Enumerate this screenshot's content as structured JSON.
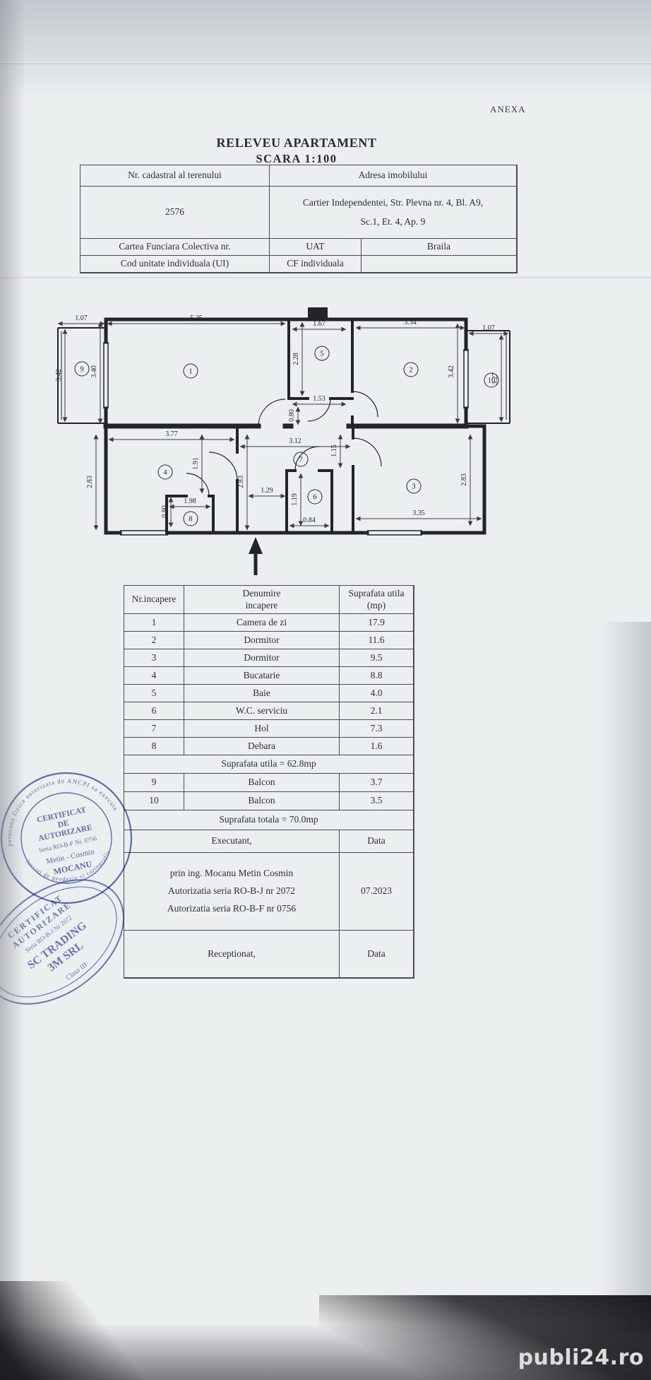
{
  "photo": {
    "anexa": "ANEXA",
    "watermark": "publi24.ro"
  },
  "title": {
    "line1": "RELEVEU APARTAMENT",
    "line2": "SCARA 1:100"
  },
  "header_table": {
    "nr_cadastral_label": "Nr. cadastral al terenului",
    "adresa_label": "Adresa imobilului",
    "nr_cadastral_value": "2576",
    "adresa_line1": "Cartier Independentei, Str. Plevna nr. 4, Bl. A9,",
    "adresa_line2": "Sc.1, Et. 4, Ap. 9",
    "carte_funciara_label": "Cartea Funciara Colectiva nr.",
    "uat_label": "UAT",
    "uat_value": "Braila",
    "cod_unitate_label": "Cod unitate individuala (UI)",
    "cf_individuala_label": "CF individuala"
  },
  "floor_plan": {
    "rooms": {
      "r1": "1",
      "r2": "2",
      "r3": "3",
      "r4": "4",
      "r5": "5",
      "r6": "6",
      "r7": "7",
      "r8": "8",
      "r9": "9",
      "r10": "10"
    },
    "dims": {
      "balcony9_w": "1.07",
      "room1_w": "5.25",
      "room5_w": "1.67",
      "room2_w": "3.34",
      "balcony10_w": "1.07",
      "balcony9_h": "3.42",
      "room1_h": "3.40",
      "room5_h": "2.28",
      "room2_h": "3.42",
      "balcony10_h": "3.27",
      "corridor_w": "1.53",
      "corridor_h": "0.80",
      "room4_w": "3.77",
      "hall_w": "3.12",
      "room4_d1": "1.91",
      "hall_d1": "1.15",
      "room4_h": "2.83",
      "mid_h": "2.83",
      "hall_d2": "1.29",
      "wc_h": "1.19",
      "debara_w": "1.98",
      "debara_h": "0.80",
      "wc_w": "0.84",
      "room3_w": "3.35",
      "room3_h": "2.83"
    }
  },
  "rooms_table": {
    "header": {
      "col1": "Nr.incapere",
      "col2_line1": "Denumire",
      "col2_line2": "incapere",
      "col3_line1": "Suprafata utila",
      "col3_line2": "(mp)"
    },
    "rows": [
      {
        "nr": "1",
        "name": "Camera de zi",
        "area": "17.9"
      },
      {
        "nr": "2",
        "name": "Dormitor",
        "area": "11.6"
      },
      {
        "nr": "3",
        "name": "Dormitor",
        "area": "9.5"
      },
      {
        "nr": "4",
        "name": "Bucatarie",
        "area": "8.8"
      },
      {
        "nr": "5",
        "name": "Baie",
        "area": "4.0"
      },
      {
        "nr": "6",
        "name": "W.C. serviciu",
        "area": "2.1"
      },
      {
        "nr": "7",
        "name": "Hol",
        "area": "7.3"
      },
      {
        "nr": "8",
        "name": "Debara",
        "area": "1.6"
      }
    ],
    "subtotal": "Suprafata utila = 62.8mp",
    "balcony_rows": [
      {
        "nr": "9",
        "name": "Balcon",
        "area": "3.7"
      },
      {
        "nr": "10",
        "name": "Balcon",
        "area": "3.5"
      }
    ],
    "total": "Suprafata  totala = 70.0mp",
    "executant_label": "Executant,",
    "executant_data_label": "Data",
    "executant_line1": "prin ing. Mocanu Metin Cosmin",
    "executant_line2": "Autorizatia seria RO-B-J nr 2072",
    "executant_line3": "Autorizatia seria RO-B-F nr 0756",
    "executant_date": "07.2023",
    "receptionat_label": "Receptionat,",
    "receptionat_data_label": "Data"
  },
  "stamps": {
    "round": {
      "arc_top": "persoana fizica autorizata de ANCPI sa execute",
      "arc_bottom": "lucrari de geodezie si cartografie",
      "line1": "CERTIFICAT",
      "line2": "DE",
      "line3": "AUTORIZARE",
      "line4": "Seria RO-B-F Nr. 0756",
      "line5": "Metin - Cosmin",
      "line6": "MOCANU"
    },
    "oval": {
      "line1": "CERTIFICAT",
      "line2": "AUTORIZARE",
      "line3": "Seria RO-B-J Nr 2072",
      "line4": "SC TRADING",
      "line5": "3M SRL",
      "line6": "Clasa III"
    }
  }
}
